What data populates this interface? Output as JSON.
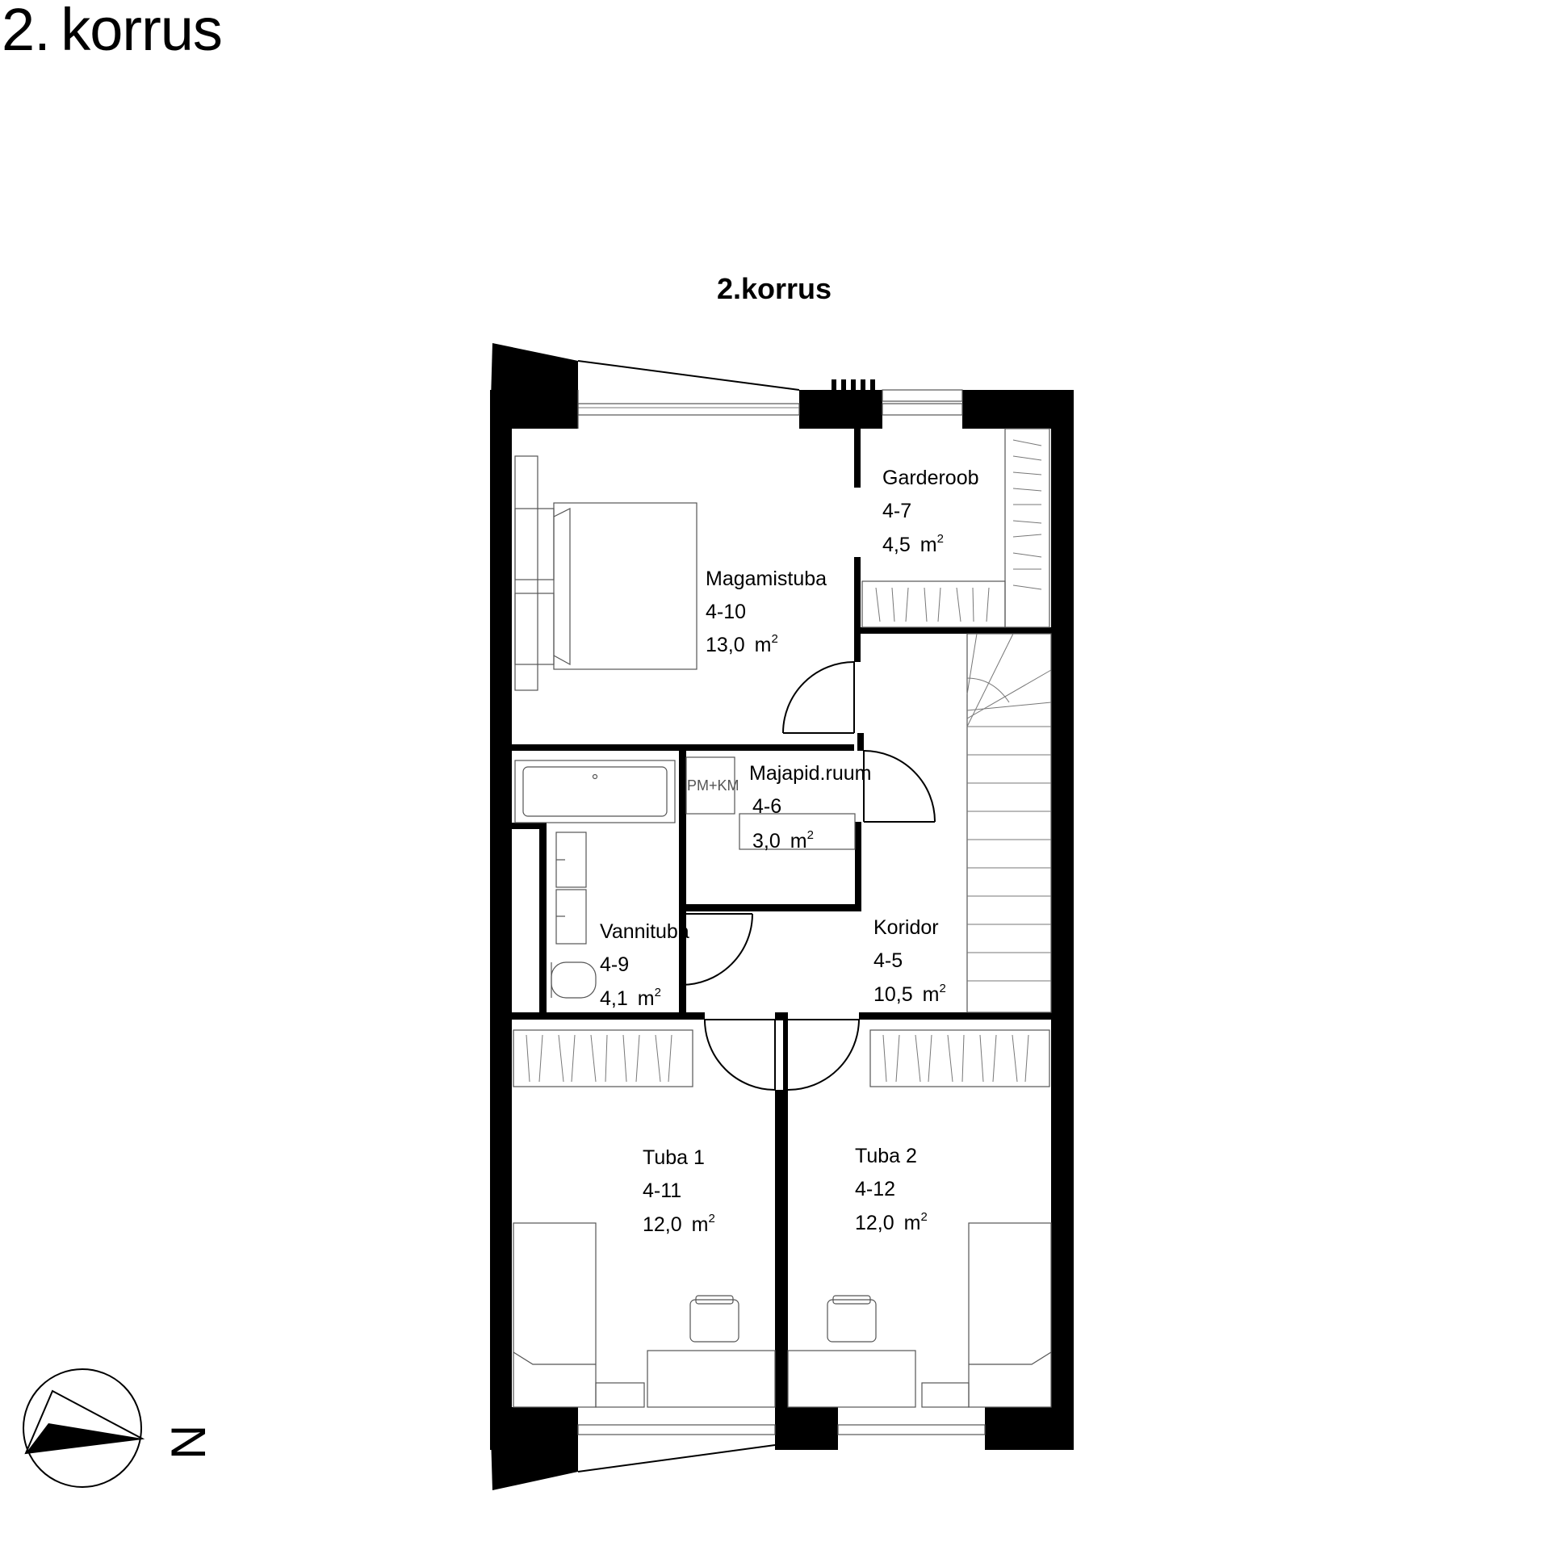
{
  "page": {
    "title": "2. korrus"
  },
  "plan": {
    "title": "2.korrus",
    "north_label": "N",
    "area_unit": "m",
    "area_exponent": "2",
    "service_label": "PM+KM",
    "rooms": [
      {
        "name": "Garderoob",
        "code": "4-7",
        "area": "4,5"
      },
      {
        "name": "Magamistuba",
        "code": "4-10",
        "area": "13,0"
      },
      {
        "name": "Majapid.ruum",
        "code": "4-6",
        "area": "3,0"
      },
      {
        "name": "Vannituba",
        "code": "4-9",
        "area": "4,1"
      },
      {
        "name": "Koridor",
        "code": "4-5",
        "area": "10,5"
      },
      {
        "name": "Tuba 1",
        "code": "4-11",
        "area": "12,0"
      },
      {
        "name": "Tuba 2",
        "code": "4-12",
        "area": "12,0"
      }
    ]
  },
  "colors": {
    "wall": "#000000",
    "background": "#ffffff",
    "furniture": "#555555"
  }
}
